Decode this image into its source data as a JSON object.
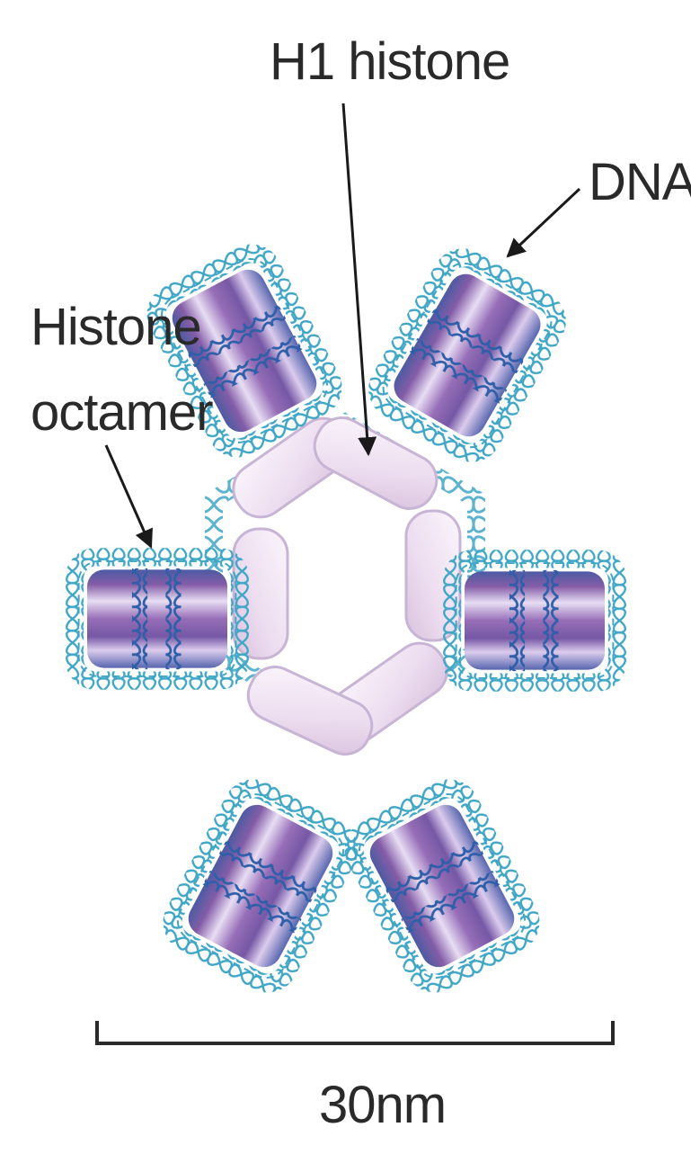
{
  "labels": {
    "h1_histone": "H1 histone",
    "dna": "DNA",
    "histone_octamer_line1": "Histone",
    "histone_octamer_line2": "octamer",
    "scale": "30nm"
  },
  "colors": {
    "nucleosome_dark": "#7a4fa0",
    "nucleosome_light": "#d9c8ec",
    "dna_strand": "#3fa6c6",
    "dna_strand_dark": "#2f5fa8",
    "h1_fill": "#efe2f3",
    "h1_stroke": "#c8b4d4",
    "arrow": "#1a1a1a",
    "scale_bar": "#2a2a2a"
  },
  "icons": {
    "nucleosome": "nucleosome-icon",
    "h1_linker": "h1-histone-icon",
    "arrow": "arrow-icon",
    "scale_bar": "scale-bar-icon"
  }
}
